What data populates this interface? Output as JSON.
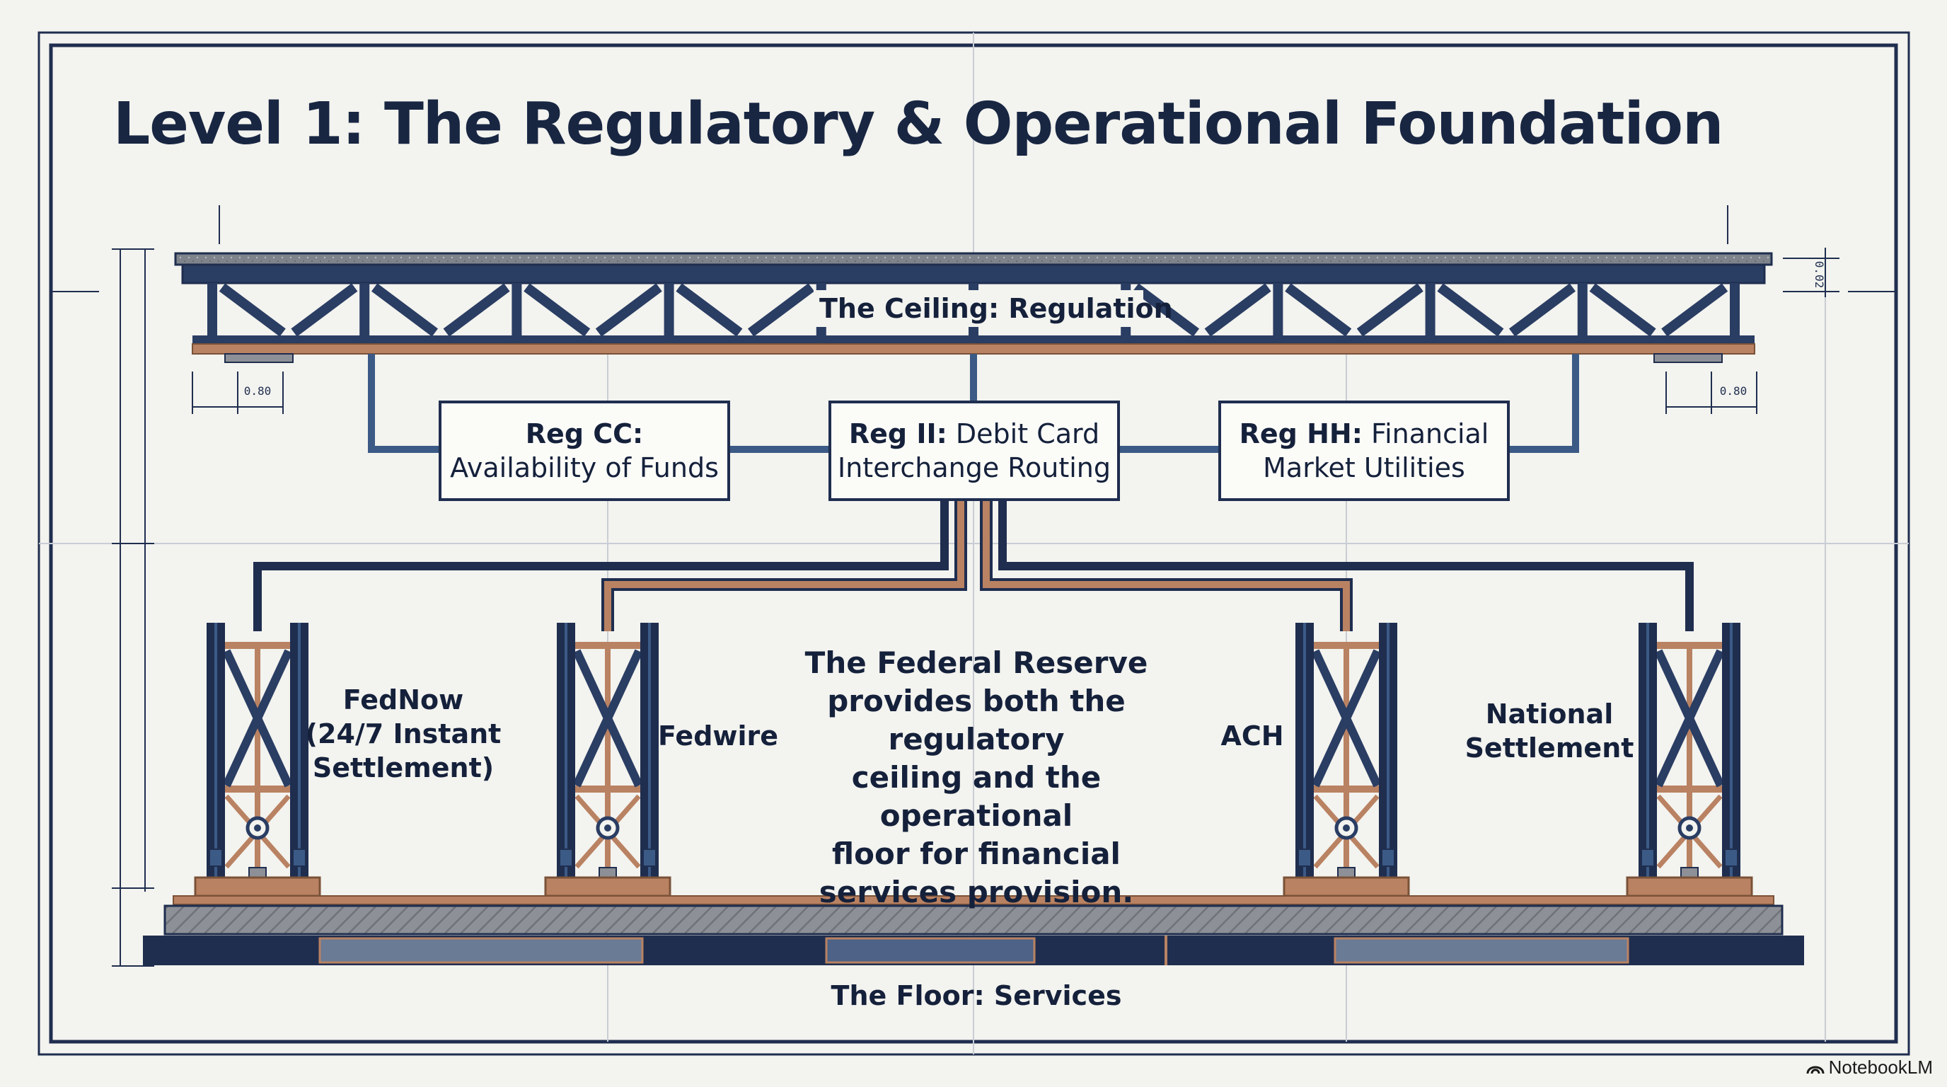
{
  "title": "Level 1: The Regulatory & Operational Foundation",
  "ceiling_label": "The Ceiling: Regulation",
  "floor_label": "The Floor: Services",
  "regulations": [
    {
      "code": "Reg CC:",
      "desc_line1": "",
      "desc_line2": "Availability of Funds"
    },
    {
      "code": "Reg II:",
      "desc_line1": " Debit Card",
      "desc_line2": "Interchange Routing"
    },
    {
      "code": "Reg HH:",
      "desc_line1": " Financial",
      "desc_line2": "Market Utilities"
    }
  ],
  "pillars": [
    {
      "lines": [
        "FedNow",
        "(24/7 Instant",
        "Settlement)"
      ]
    },
    {
      "lines": [
        "Fedwire"
      ]
    },
    {
      "lines": [
        "ACH"
      ]
    },
    {
      "lines": [
        "National",
        "Settlement"
      ]
    }
  ],
  "center_text": "The Federal Reserve\nprovides both the regulatory\nceiling and the operational\nfloor for financial\nservices provision.",
  "dimension_marks": [
    "0.80",
    "0.80",
    "0.02"
  ],
  "watermark": "NotebookLM",
  "colors": {
    "background": "#f3f3ef",
    "navy": "#1f2e4f",
    "steel_blue": "#3c5a86",
    "copper": "#b98262",
    "concrete": "#8d9096",
    "grid_line": "#c9cdd4"
  }
}
